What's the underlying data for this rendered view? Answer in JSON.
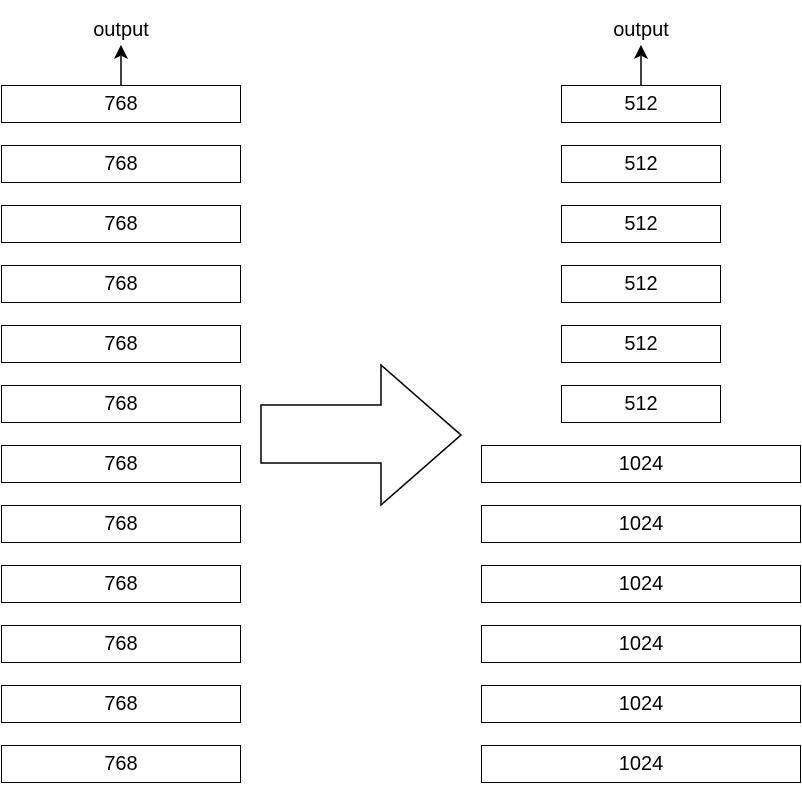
{
  "left_stack": {
    "output_label": "output",
    "layers": [
      "768",
      "768",
      "768",
      "768",
      "768",
      "768",
      "768",
      "768",
      "768",
      "768",
      "768",
      "768"
    ]
  },
  "right_stack": {
    "output_label": "output",
    "top_layers": [
      "512",
      "512",
      "512",
      "512",
      "512",
      "512"
    ],
    "bottom_layers": [
      "1024",
      "1024",
      "1024",
      "1024",
      "1024",
      "1024"
    ]
  },
  "colors": {
    "stroke": "#000000",
    "fill": "#ffffff"
  }
}
